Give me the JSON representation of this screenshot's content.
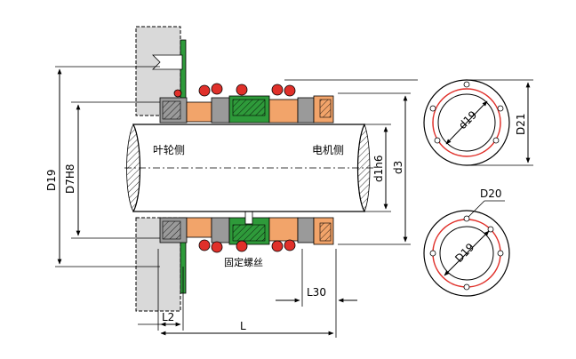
{
  "labels": {
    "impeller_side": "叶轮侧",
    "motor_side": "电机侧",
    "set_screw": "固定螺丝",
    "d1h6": "d1h6",
    "d3": "d3",
    "D19_left": "D19",
    "D7H8": "D7H8",
    "L2": "L2",
    "L": "L",
    "L30": "L30",
    "d19_view": "d19",
    "D21": "D21",
    "D20": "D20",
    "D19_view": "D19"
  },
  "colors": {
    "seal_green": "#2e9a3a",
    "seal_orange": "#f2a46a",
    "spring_red": "#e0302a",
    "housing_grey": "#d9d9d9",
    "bolt_circle_red": "#e0302a"
  }
}
